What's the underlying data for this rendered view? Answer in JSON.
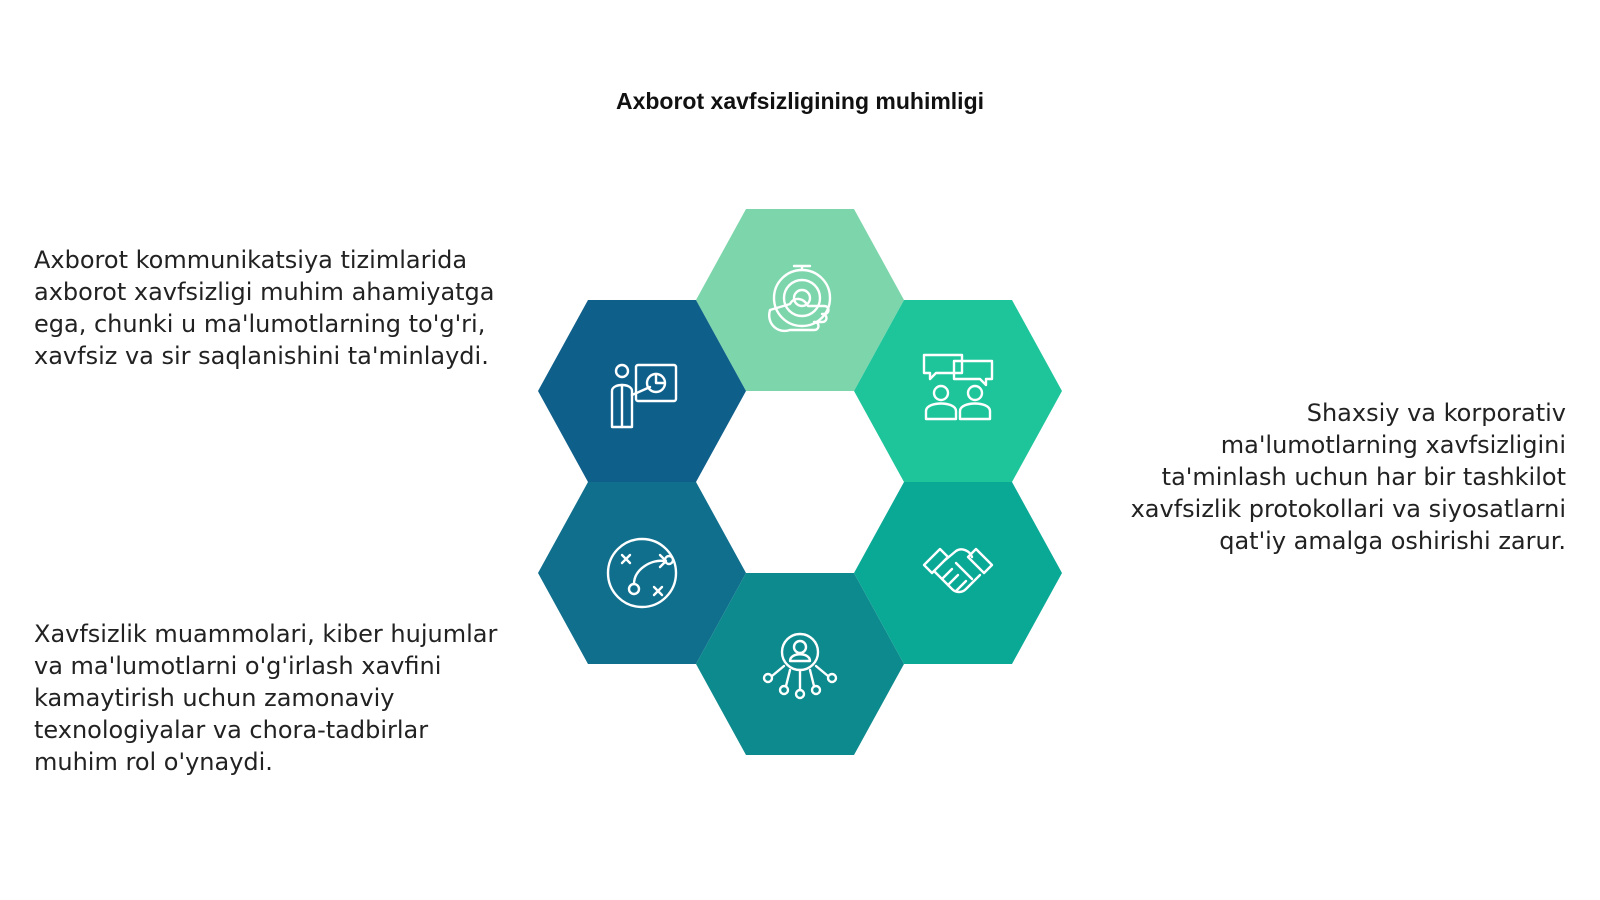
{
  "title": "Axborot xavfsizligining muhimligi",
  "text_blocks": {
    "top_left": "Axborot kommunikatsiya tizimlarida\naxborot xavfsizligi muhim ahamiyatga\nega, chunki u ma'lumotlarning to'g'ri,\nxavfsiz va sir saqlanishini ta'minlaydi.",
    "right": "Shaxsiy va korporativ\nma'lumotlarning xavfsizligini\nta'minlash uchun har bir tashkilot\nxavfsizlik protokollari va siyosatlarni\nqat'iy amalga oshirishi zarur.",
    "bottom_left": "Xavfsizlik muammolari, kiber hujumlar\nva ma'lumotlarni o'g'irlash xavfini\nkamaytirish uchun zamonaviy\ntexnologiyalar va chora-tadbirlar\nmuhim rol o'ynaydi."
  },
  "hexagons": [
    {
      "name": "top",
      "color": "#7dd6ab",
      "icon": "target-hand-icon"
    },
    {
      "name": "upper-right",
      "color": "#1ec59b",
      "icon": "discussion-icon"
    },
    {
      "name": "lower-right",
      "color": "#0aa996",
      "icon": "handshake-icon"
    },
    {
      "name": "bottom",
      "color": "#0d8a8d",
      "icon": "user-network-icon"
    },
    {
      "name": "lower-left",
      "color": "#0f6f8d",
      "icon": "strategy-icon"
    },
    {
      "name": "upper-left",
      "color": "#0f5f8b",
      "icon": "presentation-icon"
    }
  ]
}
